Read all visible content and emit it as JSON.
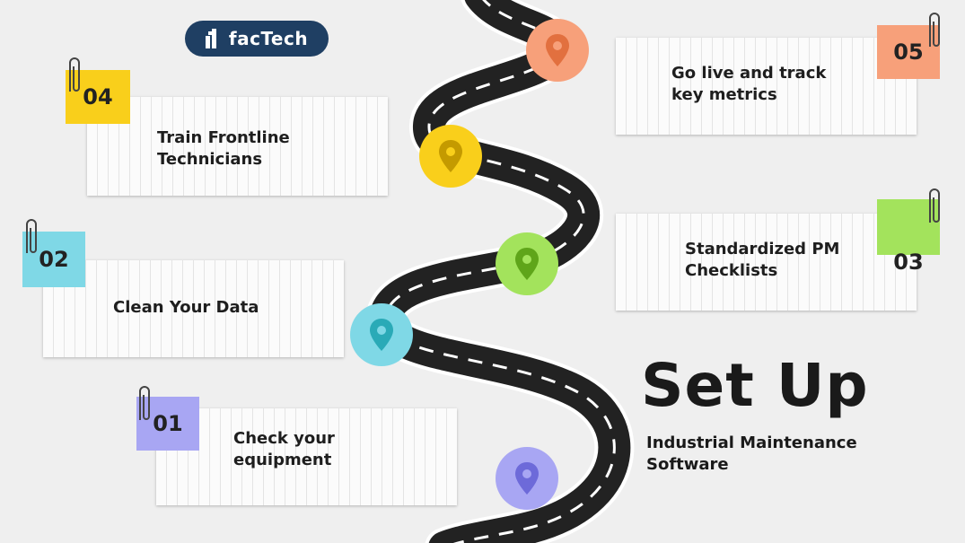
{
  "brand": {
    "name": "facTech",
    "bg_color": "#1f3f63"
  },
  "title": "Set Up",
  "subtitle": "Industrial Maintenance Software",
  "steps": [
    {
      "number": "01",
      "label": "Check your equipment",
      "tag_color": "#a8a6f3",
      "pin_color": "#a8a6f3",
      "pin_fill": "#6d6ad9"
    },
    {
      "number": "02",
      "label": "Clean Your Data",
      "tag_color": "#7fd8e6",
      "pin_color": "#7fd8e6",
      "pin_fill": "#2aaab7"
    },
    {
      "number": "03",
      "label": "Standardized PM Checklists",
      "tag_color": "#a3e35c",
      "pin_color": "#a3e35c",
      "pin_fill": "#5fa51a"
    },
    {
      "number": "04",
      "label": "Train Frontline Technicians",
      "tag_color": "#f9cf1b",
      "pin_color": "#f9cf1b",
      "pin_fill": "#c49a00"
    },
    {
      "number": "05",
      "label": "Go live and track key metrics",
      "tag_color": "#f7a07a",
      "pin_color": "#f7a07a",
      "pin_fill": "#e2703f"
    }
  ],
  "road": {
    "color": "#222222",
    "border_color": "#ffffff",
    "dash_color": "#ffffff"
  }
}
